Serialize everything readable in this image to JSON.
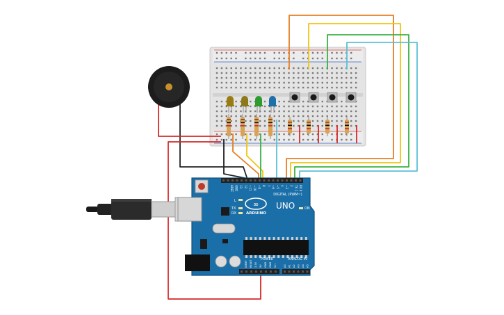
{
  "board": {
    "brand": "ARDUINO",
    "model": "UNO",
    "logo_mark": "∞",
    "label_digital": "DIGITAL (PWM~)",
    "label_power": "POWER",
    "label_analog": "ANALOG IN",
    "label_aref": "AREF",
    "label_gnd": "GND",
    "label_l": "L",
    "label_tx": "TX",
    "label_rx": "RX",
    "label_on": "ON",
    "digital_pins": [
      "13",
      "12",
      "~11",
      "~10",
      "~9",
      "8",
      "7",
      "~6",
      "~5",
      "4",
      "~3",
      "2",
      "TX 1",
      "RX 0"
    ],
    "power_pins": [
      "IOREF",
      "RESET",
      "3.3V",
      "5V",
      "GND",
      "GND",
      "Vin"
    ],
    "analog_pins": [
      "A0",
      "A1",
      "A2",
      "A3",
      "A4",
      "A5"
    ]
  },
  "components": {
    "leds": [
      {
        "color_name": "yellow",
        "color": "#9a7b12"
      },
      {
        "color_name": "olive",
        "color": "#8c7a1a"
      },
      {
        "color_name": "green",
        "color": "#2e9b2e"
      },
      {
        "color_name": "blue",
        "color": "#1f6fa8"
      }
    ],
    "buttons_count": 4,
    "resistors_count": 8
  },
  "wires": {
    "orange": "#e67e22",
    "yellow": "#f1c40f",
    "green": "#3cb043",
    "cyan": "#5bc0d6",
    "red": "#d62828",
    "black": "#222222"
  }
}
